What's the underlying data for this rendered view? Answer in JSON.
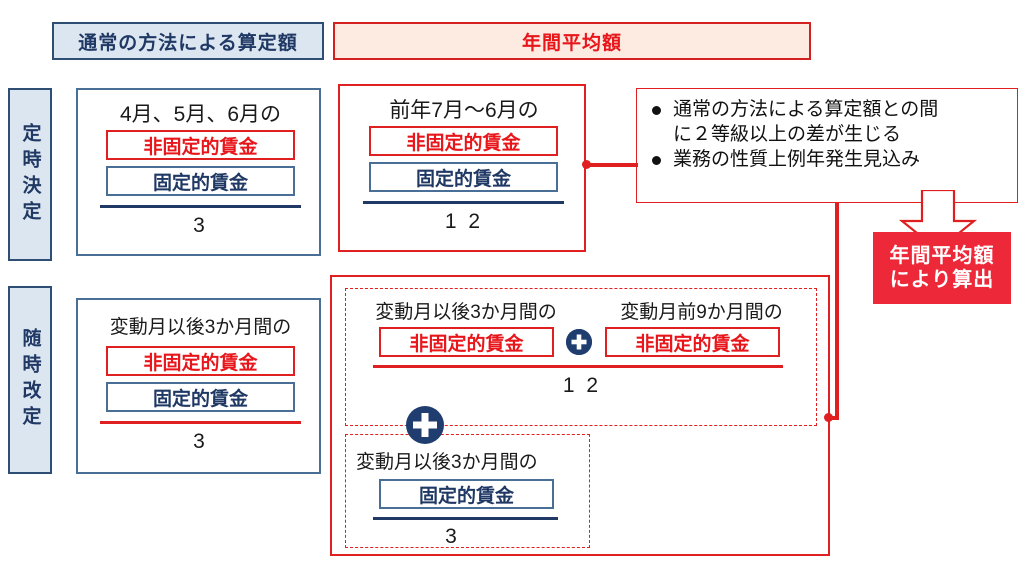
{
  "headers": {
    "normal_method": "通常の方法による算定額",
    "annual_average": "年間平均額"
  },
  "side_tabs": {
    "regular": "定時決定",
    "occasional": "随時改定"
  },
  "cards": {
    "regular_normal": {
      "caption": "4月、5月、6月の",
      "numerator_variable": "非固定的賃金",
      "numerator_fixed": "固定的賃金",
      "bar_color": "#1f3864",
      "denominator": "3"
    },
    "regular_annual": {
      "caption": "前年7月～6月の",
      "numerator_variable": "非固定的賃金",
      "numerator_fixed": "固定的賃金",
      "bar_color": "#1f3864",
      "denominator": "1 2"
    },
    "occasional_normal": {
      "caption": "変動月以後3か月間の",
      "numerator_variable": "非固定的賃金",
      "numerator_fixed": "固定的賃金",
      "bar_color": "#e02020",
      "denominator": "3"
    },
    "occasional_annual_top": {
      "caption_left": "変動月以後3か月間の",
      "caption_right": "変動月前9か月間の",
      "pill_left": "非固定的賃金",
      "pill_right": "非固定的賃金",
      "operator": "plus",
      "bar_color": "#e02020",
      "denominator": "1 2"
    },
    "occasional_annual_bottom": {
      "caption": "変動月以後3か月間の",
      "pill": "固定的賃金",
      "bar_color": "#1f3864",
      "denominator": "3"
    }
  },
  "callout": {
    "bullets": [
      "通常の方法による算定額との間に２等級以上の差が生じる",
      "業務の性質上例年発生見込み"
    ],
    "bullet_1_line_1": "通常の方法による算定額との間",
    "bullet_1_line_2": "に２等級以上の差が生じる",
    "bullet_2_line_1": "業務の性質上例年発生見込み"
  },
  "result": {
    "line1": "年間平均額",
    "line2": "により算出",
    "color": "#ed2939"
  },
  "icons": {
    "plus_small": "plus-circle-icon",
    "plus_large": "plus-circle-icon",
    "arrow": "arrow-down-icon"
  },
  "colors": {
    "navy": "#1f3864",
    "blue_border": "#4a6f96",
    "blue_fill": "#dce6f1",
    "red": "#e02020",
    "red_fill": "#fdeae0",
    "result_red": "#ed2939"
  }
}
